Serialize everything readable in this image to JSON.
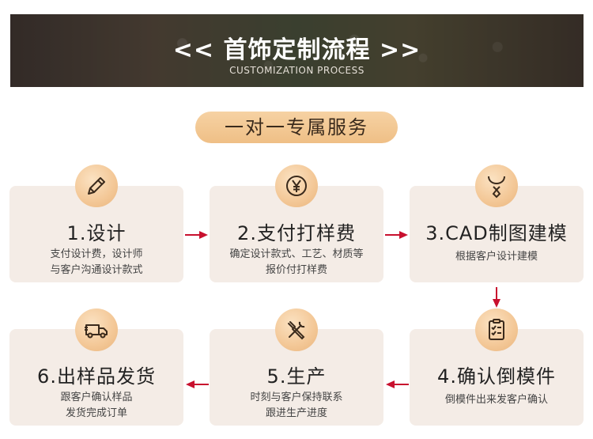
{
  "banner": {
    "title": "<< 首饰定制流程 >>",
    "subtitle": "CUSTOMIZATION PROCESS"
  },
  "service_label": "一对一专属服务",
  "steps": [
    {
      "title": "1.设计",
      "desc_line1": "支付设计费，设计师",
      "desc_line2": "与客户沟通设计款式",
      "icon": "pencil-icon"
    },
    {
      "title": "2.支付打样费",
      "desc_line1": "确定设计款式、工艺、材质等",
      "desc_line2": "报价付打样费",
      "icon": "yen-coin-icon"
    },
    {
      "title": "3.CAD制图建模",
      "desc_line1": "根据客户设计建模",
      "desc_line2": "",
      "icon": "necklace-icon"
    },
    {
      "title": "4.确认倒模件",
      "desc_line1": "倒模件出来发客户确认",
      "desc_line2": "",
      "icon": "checklist-icon"
    },
    {
      "title": "5.生产",
      "desc_line1": "时刻与客户保持联系",
      "desc_line2": "跟进生产进度",
      "icon": "tools-icon"
    },
    {
      "title": "6.出样品发货",
      "desc_line1": "跟客户确认样品",
      "desc_line2": "发货完成订单",
      "icon": "truck-icon"
    }
  ],
  "colors": {
    "arrow": "#c8102e",
    "card_bg": "#f4ece6",
    "icon_bg": "#f3c796",
    "pill_bg": "#efbf86"
  }
}
